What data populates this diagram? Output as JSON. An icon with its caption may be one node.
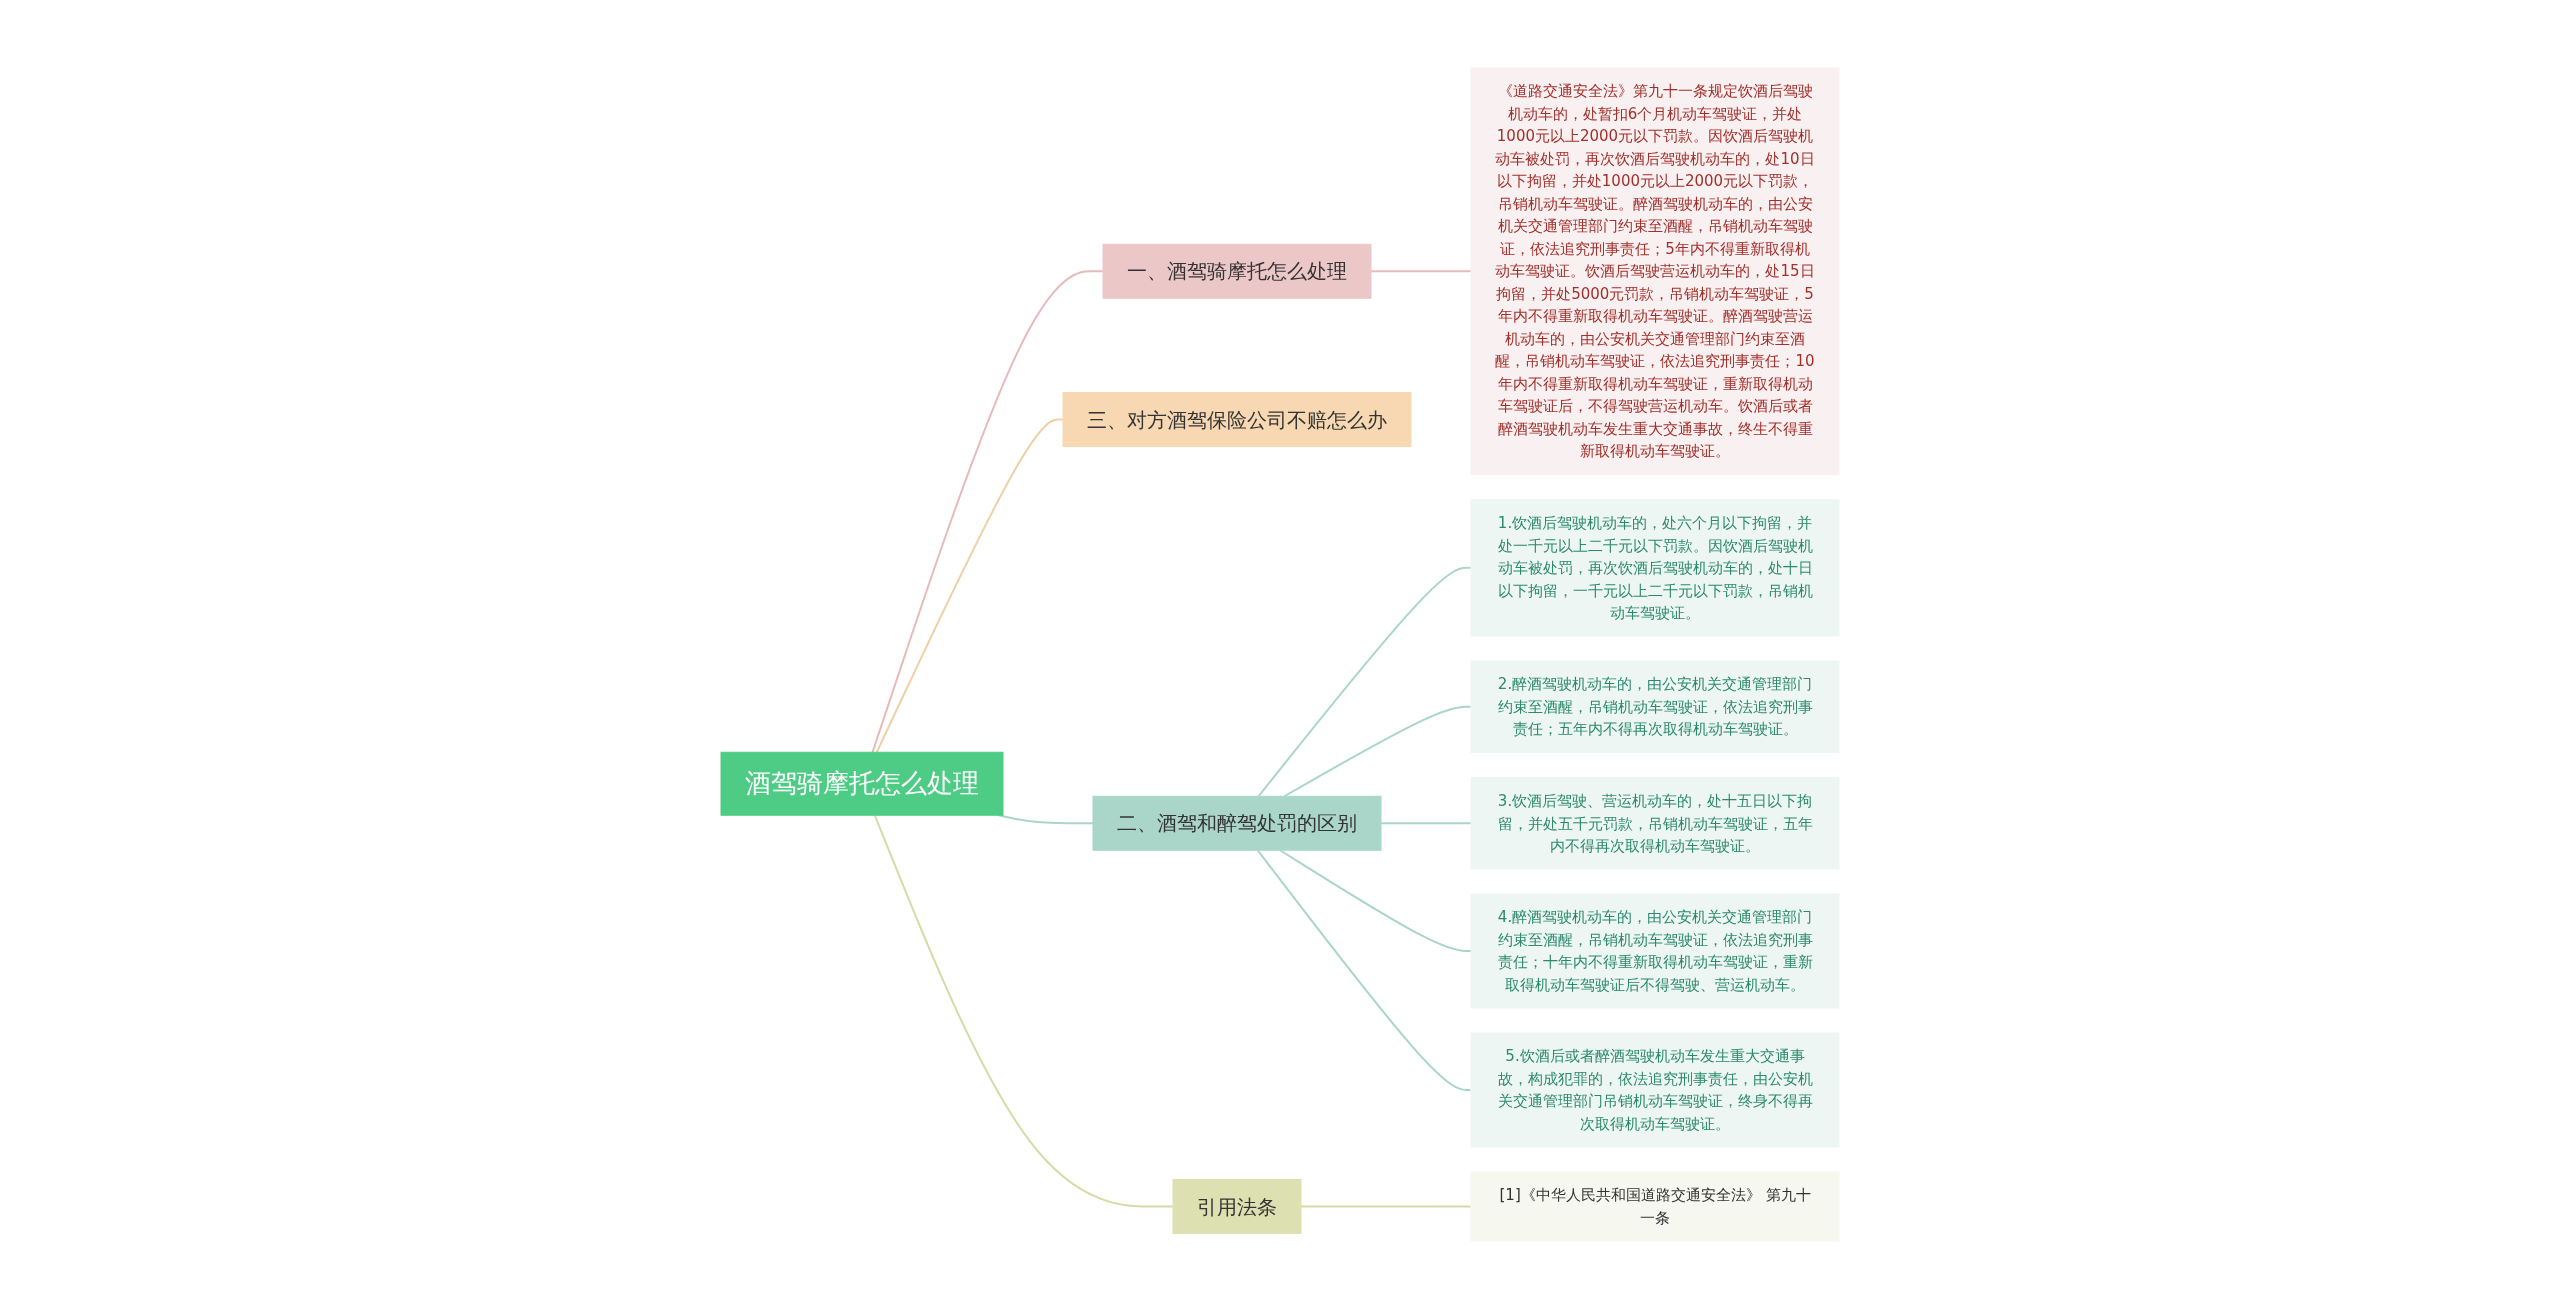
{
  "diagram": {
    "nodes": [
      {
        "text": [
          "酒驾骑摩托怎么处理"
        ]
      },
      {
        "text": [
          "一、酒驾骑摩托怎么处理"
        ]
      },
      {
        "text": [
          "《道路交通安全法》第九十一条规定饮酒后驾驶机动车的，处暂扣6个月机动车驾驶证，并处1000元以上2000元以下罚款。因饮酒后驾驶机动车被处罚，再次饮酒后驾驶机动车的，处10日以下拘留，并处1000元以上2000元以下罚款，吊销机动车驾驶证。醉酒驾驶机动车的，由公安机关交通管理部门约束至酒醒，吊销机动车驾驶证，依法追究刑事责任；5年内不得重新取得机动车驾驶证。饮酒后驾驶营运机动车的，处15日拘留，并处5000元罚款，吊销机动车驾驶证，5年内不得重新取得机动车驾驶证。醉酒驾驶营运机动车的，由公安机关交通管理部门约束至酒醒，吊销机动车驾驶证，依法追究刑事责任；10年内不得重新取得机动车驾驶证，重新取得机动车驾驶证后，不得驾驶营运机动车。饮酒后或者醉酒驾驶机动车发生重大交通事故，终生不得重新取得机动车驾驶证。"
        ]
      },
      {
        "text": [
          "三、对方酒驾保险公司不赔怎么办"
        ]
      },
      {
        "text": [
          "二、酒驾和醉驾处罚的区别"
        ]
      },
      {
        "text": [
          "1.饮酒后驾驶机动车的，处六个月以下拘留，并处一千元以上二千元以下罚款。因饮酒后驾驶机动车被处罚，再次饮酒后驾驶机动车的，处十日以下拘留，一千元以上二千元以下罚款，吊销机动车驾驶证。"
        ]
      },
      {
        "text": [
          "2.醉酒驾驶机动车的，由公安机关交通管理部门约束至酒醒，吊销机动车驾驶证，依法追究刑事责任；五年内不得再次取得机动车驾驶证。"
        ]
      },
      {
        "text": [
          "3.饮酒后驾驶、营运机动车的，处十五日以下拘留，并处五千元罚款，吊销机动车驾驶证，五年内不得再次取得机动车驾驶证。"
        ]
      },
      {
        "text": [
          "4.醉酒驾驶机动车的，由公安机关交通管理部门约束至酒醒，吊销机动车驾驶证，依法追究刑事责任；十年内不得重新取得机动车驾驶证，重新取得机动车驾驶证后不得驾驶、营运机动车。"
        ]
      },
      {
        "text": [
          "5.饮酒后或者醉酒驾驶机动车发生重大交通事故，构成犯罪的，依法追究刑事责任，由公安机关交通管理部门吊销机动车驾驶证，终身不得再次取得机动车驾驶证。"
        ]
      },
      {
        "text": [
          "引用法条"
        ]
      },
      {
        "text": [
          "[1]《中华人民共和国道路交通安全法》 第九十一条"
        ]
      }
    ],
    "edges": [
      {
        "from": 0,
        "to": 1,
        "arrow": "none",
        "color": "#e8b9b9"
      },
      {
        "from": 1,
        "to": 2,
        "arrow": "none",
        "color": "#e8b9b9"
      },
      {
        "from": 0,
        "to": 3,
        "arrow": "none",
        "color": "#f0cfa5"
      },
      {
        "from": 0,
        "to": 4,
        "arrow": "none"
      },
      {
        "from": 4,
        "to": 5,
        "arrow": "none"
      },
      {
        "from": 4,
        "to": 6,
        "arrow": "none"
      },
      {
        "from": 4,
        "to": 7,
        "arrow": "none"
      },
      {
        "from": 4,
        "to": 8,
        "arrow": "none"
      },
      {
        "from": 4,
        "to": 9,
        "arrow": "none"
      },
      {
        "from": 0,
        "to": 10,
        "arrow": "none",
        "color": "#d6dba6"
      },
      {
        "from": 10,
        "to": 11,
        "arrow": "none",
        "color": "#d6dba6"
      }
    ]
  }
}
